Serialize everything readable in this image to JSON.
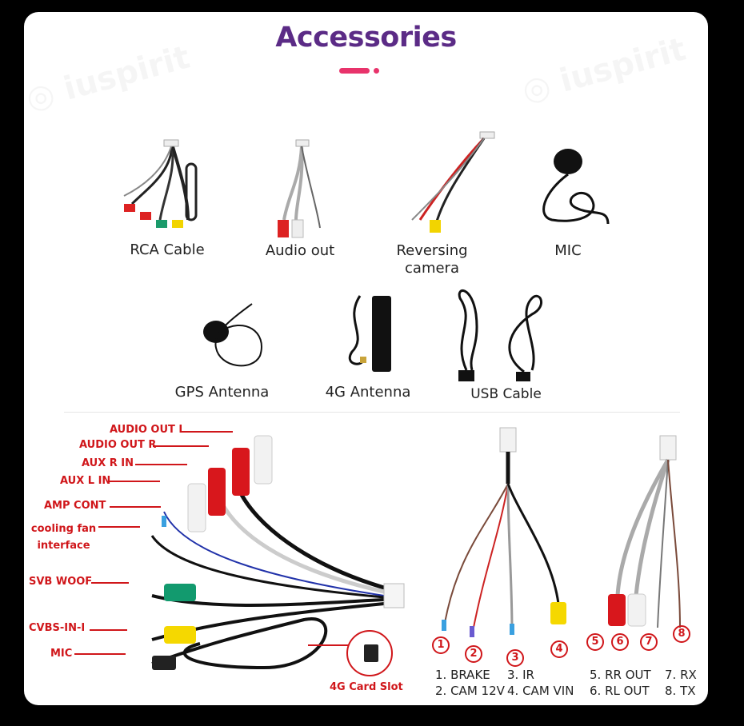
{
  "title": "Accessories",
  "accent_colors": {
    "title": "#5b2b86",
    "underline": "#e8336b",
    "callout": "#d0161a"
  },
  "accessories": [
    {
      "label": "RCA Cable"
    },
    {
      "label": "Audio out"
    },
    {
      "label": "Reversing camera"
    },
    {
      "label": "MIC"
    },
    {
      "label": "GPS Antenna"
    },
    {
      "label": "4G Antenna"
    },
    {
      "label": "USB Cable"
    }
  ],
  "rca_diagram": {
    "callouts": [
      "AUDIO OUT L",
      "AUDIO OUT R",
      "AUX R IN",
      "AUX L IN",
      "AMP CONT",
      "cooling fan interface",
      "SVB WOOF",
      "CVBS-IN-I",
      "MIC"
    ],
    "card_slot": "4G Card Slot"
  },
  "harness_diagram": {
    "numbers": [
      "1",
      "2",
      "3",
      "4",
      "5",
      "6",
      "7",
      "8"
    ],
    "legend": [
      "1. BRAKE",
      "2. CAM 12V",
      "3. IR",
      "4. CAM VIN",
      "5. RR OUT",
      "6. RL OUT",
      "7. RX",
      "8. TX"
    ]
  }
}
